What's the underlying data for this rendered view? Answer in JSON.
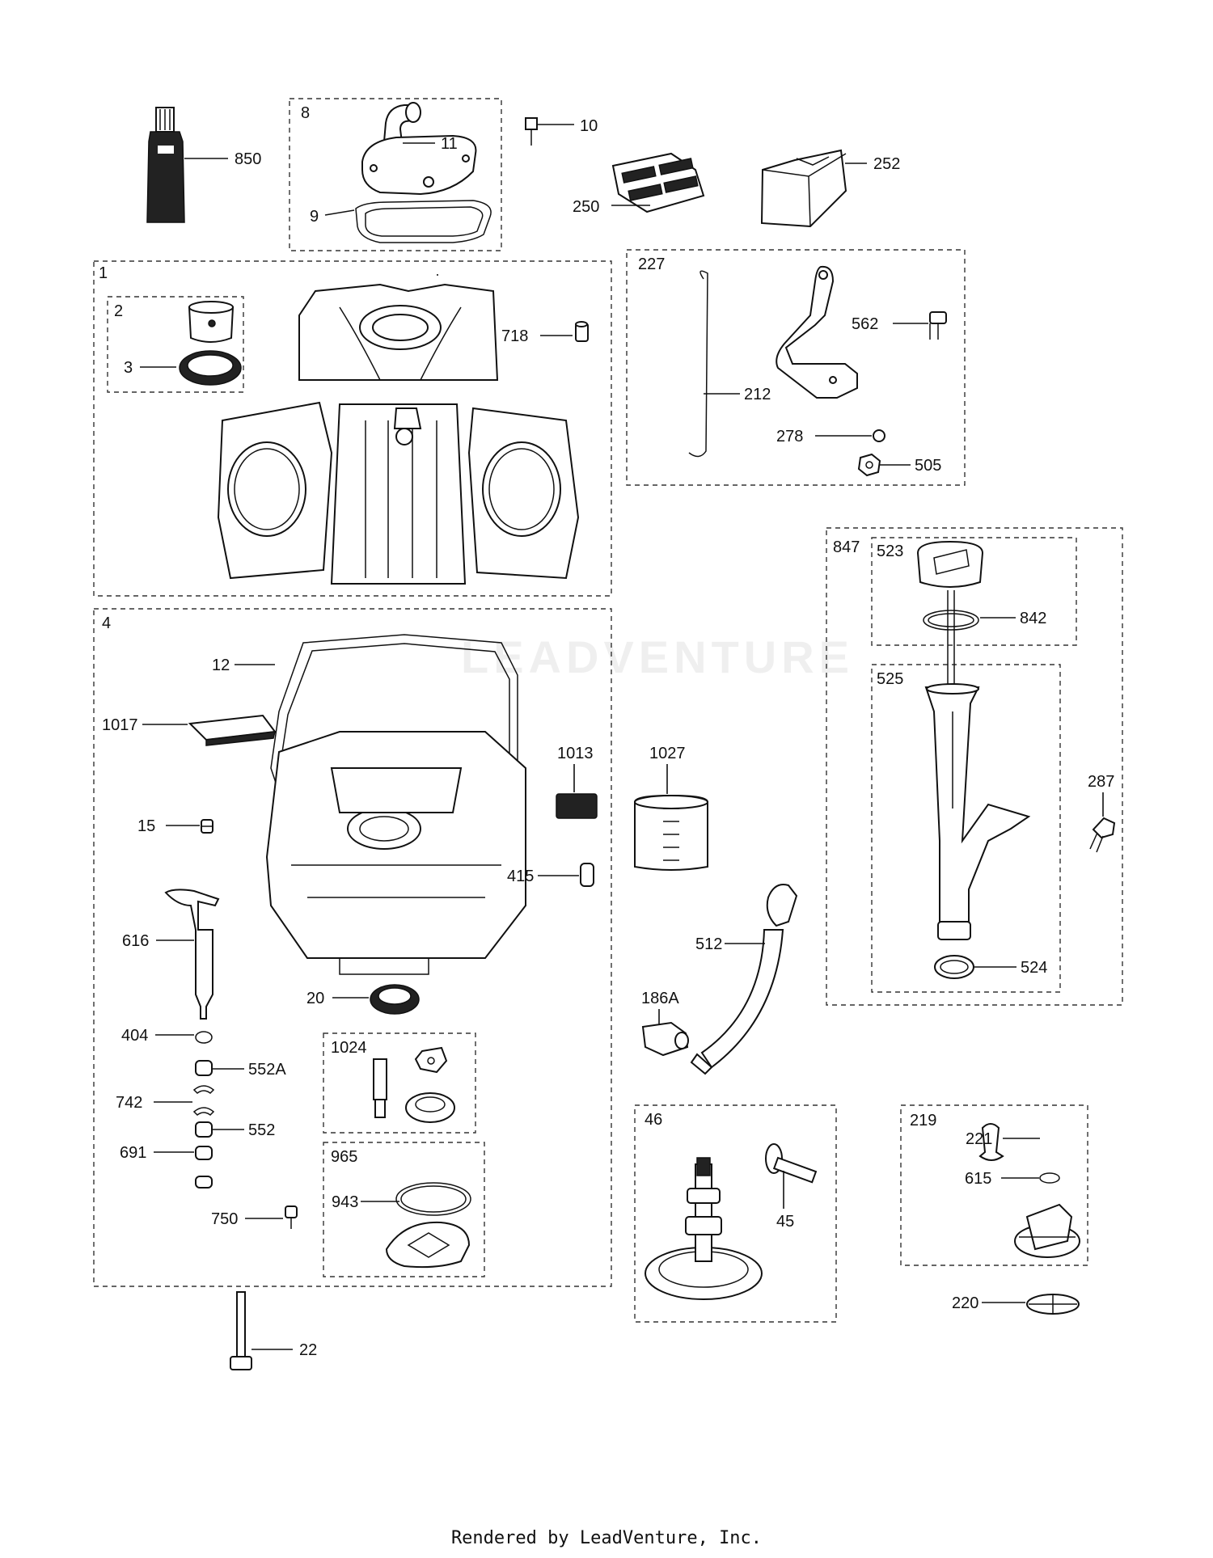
{
  "diagram": {
    "watermark": "LEADVENTURE",
    "footer": "Rendered by LeadVenture, Inc.",
    "labels": {
      "l850": "850",
      "l8": "8",
      "l11": "11",
      "l9": "9",
      "l10": "10",
      "l250": "250",
      "l252": "252",
      "l1": "1",
      "l2": "2",
      "l3": "3",
      "l718": "718",
      "l227": "227",
      "l212": "212",
      "l562": "562",
      "l278": "278",
      "l505": "505",
      "l847": "847",
      "l523": "523",
      "l842": "842",
      "l525": "525",
      "l287": "287",
      "l524": "524",
      "l4": "4",
      "l12": "12",
      "l1017": "1017",
      "l15": "15",
      "l616": "616",
      "l20": "20",
      "l404": "404",
      "l552A": "552A",
      "l742": "742",
      "l552": "552",
      "l691": "691",
      "l750": "750",
      "l1024": "1024",
      "l965": "965",
      "l943": "943",
      "l1013": "1013",
      "l1027": "1027",
      "l415": "415",
      "l512": "512",
      "l186A": "186A",
      "l46": "46",
      "l45": "45",
      "l219": "219",
      "l221": "221",
      "l615": "615",
      "l220": "220",
      "l22": "22"
    }
  }
}
